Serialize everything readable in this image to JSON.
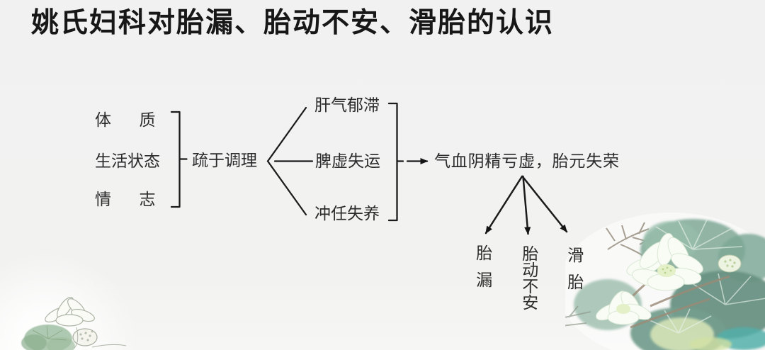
{
  "slide": {
    "title": "姚氏妇科对胎漏、胎动不安、滑胎的认识",
    "background": "#f1f1f2",
    "ink_color": "#1a1a1a",
    "text_color": "#2b2b2b"
  },
  "diagram": {
    "factors": [
      "体质",
      "生活状态",
      "情志"
    ],
    "neglect": "疏于调理",
    "mechanisms": [
      "肝气郁滞",
      "脾虚失运",
      "冲任失养"
    ],
    "pathogenesis": "气血阴精亏虚，胎元失荣",
    "outcomes": [
      "胎漏",
      "胎动不安",
      "滑胎"
    ]
  },
  "decor": {
    "bottom_right": "lotus-watercolor-painting",
    "twig": "bamboo-twig-strokes",
    "bottom_left": "lotus-line-sketch",
    "leaf_color": "#6f9a8a",
    "flower_color": "#f7fbf2",
    "accent_teal": "#4aaca6"
  }
}
